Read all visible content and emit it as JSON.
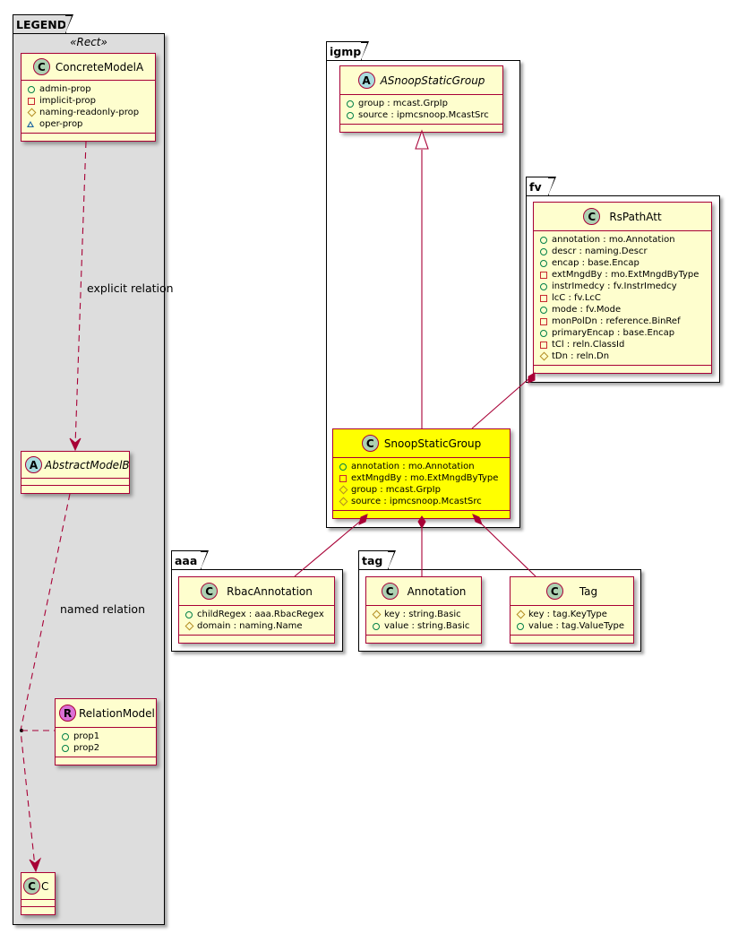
{
  "diagram_type": "UML class diagram",
  "colors": {
    "class_fill": "#fefece",
    "class_border": "#a80036",
    "highlight_fill": "#ffff00",
    "legend_fill": "#dddddd",
    "class_badge": "#add1b2",
    "abstract_badge": "#a9dcdf",
    "relation_badge": "#da70d6"
  },
  "packages": {
    "legend": {
      "name": "LEGEND",
      "stereotype": "«Rect»"
    },
    "igmp": {
      "name": "igmp"
    },
    "fv": {
      "name": "fv"
    },
    "aaa": {
      "name": "aaa"
    },
    "tag": {
      "name": "tag"
    }
  },
  "classes": {
    "concrete_model_a": {
      "name": "ConcreteModelA",
      "badge": "C",
      "attributes": [
        {
          "vis": "public",
          "text": "admin-prop"
        },
        {
          "vis": "private",
          "text": "implicit-prop"
        },
        {
          "vis": "protected",
          "text": "naming-readonly-prop"
        },
        {
          "vis": "package",
          "text": "oper-prop"
        }
      ]
    },
    "abstract_model_b": {
      "name": "AbstractModelB",
      "badge": "A",
      "attributes": []
    },
    "relation_model": {
      "name": "RelationModel",
      "badge": "R",
      "attributes": [
        {
          "vis": "public",
          "text": "prop1"
        },
        {
          "vis": "public",
          "text": "prop2"
        }
      ]
    },
    "c": {
      "name": "C",
      "badge": "C",
      "attributes": []
    },
    "asnoop_static_group": {
      "name": "ASnoopStaticGroup",
      "badge": "A",
      "attributes": [
        {
          "vis": "public",
          "text": "group : mcast.GrpIp"
        },
        {
          "vis": "public",
          "text": "source : ipmcsnoop.McastSrc"
        }
      ]
    },
    "snoop_static_group": {
      "name": "SnoopStaticGroup",
      "badge": "C",
      "attributes": [
        {
          "vis": "public",
          "text": "annotation : mo.Annotation"
        },
        {
          "vis": "private",
          "text": "extMngdBy : mo.ExtMngdByType"
        },
        {
          "vis": "protected",
          "text": "group : mcast.GrpIp"
        },
        {
          "vis": "protected",
          "text": "source : ipmcsnoop.McastSrc"
        }
      ]
    },
    "rs_path_att": {
      "name": "RsPathAtt",
      "badge": "C",
      "attributes": [
        {
          "vis": "public",
          "text": "annotation : mo.Annotation"
        },
        {
          "vis": "public",
          "text": "descr : naming.Descr"
        },
        {
          "vis": "public",
          "text": "encap : base.Encap"
        },
        {
          "vis": "private",
          "text": "extMngdBy : mo.ExtMngdByType"
        },
        {
          "vis": "public",
          "text": "instrImedcy : fv.InstrImedcy"
        },
        {
          "vis": "private",
          "text": "lcC : fv.LcC"
        },
        {
          "vis": "public",
          "text": "mode : fv.Mode"
        },
        {
          "vis": "private",
          "text": "monPolDn : reference.BinRef"
        },
        {
          "vis": "public",
          "text": "primaryEncap : base.Encap"
        },
        {
          "vis": "private",
          "text": "tCl : reln.ClassId"
        },
        {
          "vis": "protected",
          "text": "tDn : reln.Dn"
        }
      ]
    },
    "rbac_annotation": {
      "name": "RbacAnnotation",
      "badge": "C",
      "attributes": [
        {
          "vis": "public",
          "text": "childRegex : aaa.RbacRegex"
        },
        {
          "vis": "protected",
          "text": "domain : naming.Name"
        }
      ]
    },
    "annotation": {
      "name": "Annotation",
      "badge": "C",
      "attributes": [
        {
          "vis": "protected",
          "text": "key : string.Basic"
        },
        {
          "vis": "public",
          "text": "value : string.Basic"
        }
      ]
    },
    "tag": {
      "name": "Tag",
      "badge": "C",
      "attributes": [
        {
          "vis": "protected",
          "text": "key : tag.KeyType"
        },
        {
          "vis": "public",
          "text": "value : tag.ValueType"
        }
      ]
    }
  },
  "relations": [
    {
      "from": "ConcreteModelA",
      "to": "AbstractModelB",
      "type": "dependency",
      "label": "explicit relation"
    },
    {
      "from": "AbstractModelB",
      "to": "C",
      "type": "dependency",
      "label": "named relation",
      "association_class": "RelationModel"
    },
    {
      "from": "SnoopStaticGroup",
      "to": "ASnoopStaticGroup",
      "type": "inheritance",
      "label": ""
    },
    {
      "from": "RsPathAtt",
      "to": "SnoopStaticGroup",
      "type": "composition",
      "label": ""
    },
    {
      "from": "SnoopStaticGroup",
      "to": "RbacAnnotation",
      "type": "composition",
      "label": ""
    },
    {
      "from": "SnoopStaticGroup",
      "to": "Annotation",
      "type": "composition",
      "label": ""
    },
    {
      "from": "SnoopStaticGroup",
      "to": "Tag",
      "type": "composition",
      "label": ""
    }
  ]
}
